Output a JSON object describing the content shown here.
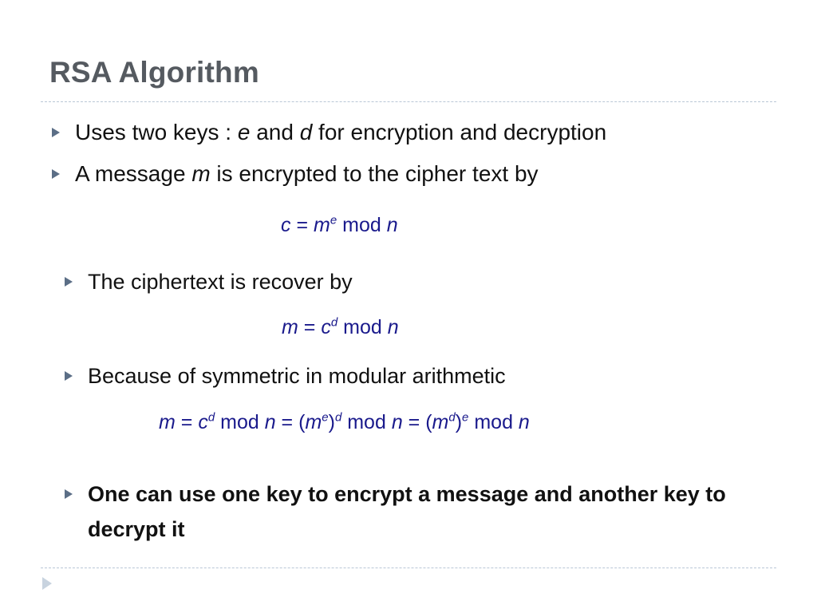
{
  "slide": {
    "title": "RSA Algorithm",
    "bullets": [
      {
        "parts": [
          "Uses two keys : ",
          "e",
          " and ",
          "d",
          " for encryption and decryption"
        ]
      },
      {
        "parts": [
          "A message ",
          "m",
          " is encrypted to the cipher text by"
        ]
      },
      {
        "parts": [
          "The ciphertext is recover by"
        ]
      },
      {
        "parts": [
          "Because of symmetric in modular arithmetic"
        ]
      },
      {
        "parts": [
          "One can use one key to encrypt a message and another key to decrypt it"
        ]
      }
    ],
    "formulas": {
      "encrypt": [
        "c",
        " = ",
        "m",
        "e",
        " mod ",
        "n"
      ],
      "decrypt": [
        "m",
        " = ",
        "c",
        "d",
        " mod ",
        "n"
      ],
      "symmetric": [
        "m",
        " = ",
        "c",
        "d",
        " mod ",
        "n",
        " = (",
        "m",
        "e",
        ")",
        "d",
        " mod ",
        "n",
        " = (",
        "m",
        "d",
        ")",
        "e",
        " mod ",
        "n"
      ]
    }
  },
  "colors": {
    "title": "#555a60",
    "formula": "#1a1a8c",
    "bullet_arrow": "#5b6e86",
    "rule": "#b9c7d6"
  },
  "icons": {
    "bullet": "triangle-right-icon",
    "nav": "triangle-right-icon"
  }
}
